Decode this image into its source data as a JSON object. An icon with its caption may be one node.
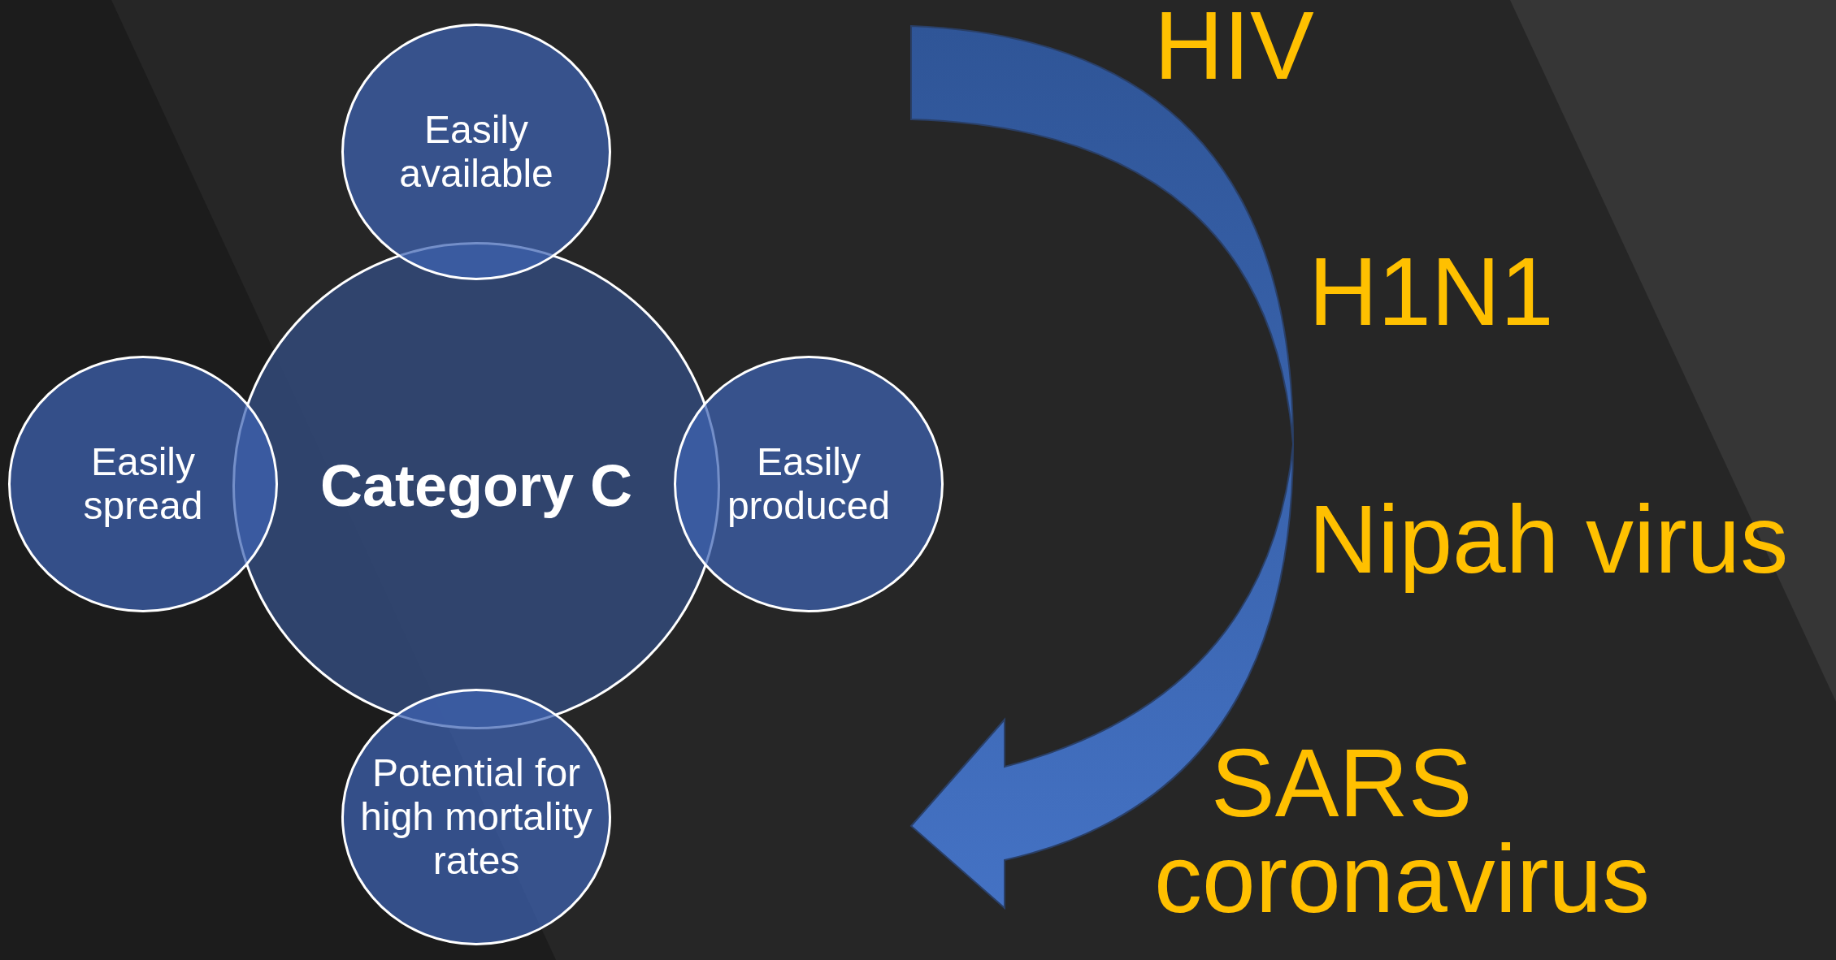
{
  "diagram": {
    "nodes": [
      {
        "text": [
          "Easily available"
        ]
      },
      {
        "text": [
          "Category C"
        ]
      },
      {
        "text": [
          "Easily spread"
        ]
      },
      {
        "text": [
          "Easily produced"
        ]
      },
      {
        "text": [
          "Potential for high mortality rates"
        ]
      }
    ],
    "labels": [
      "HIV",
      "H1N1",
      "Nipah virus",
      "SARS coronavirus"
    ]
  }
}
